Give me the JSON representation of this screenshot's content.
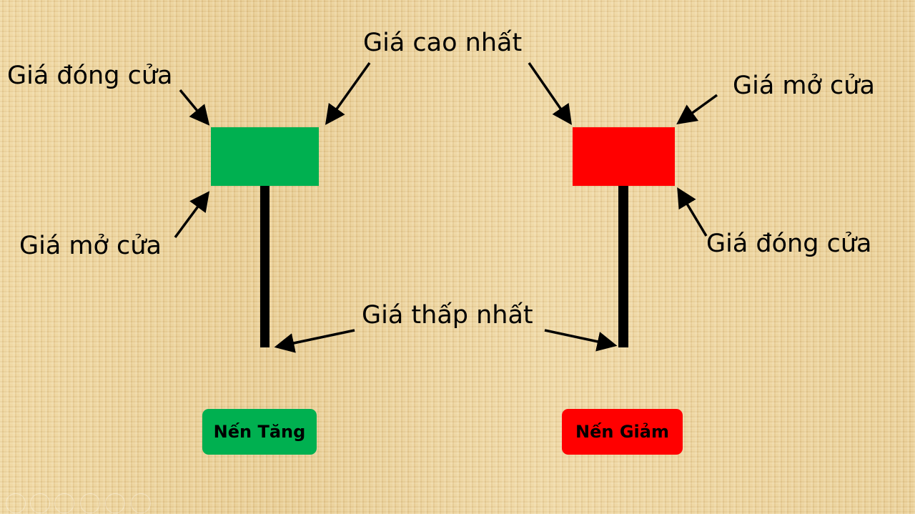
{
  "labels": {
    "high": "Giá cao nhất",
    "low": "Giá thấp nhất",
    "bull_close": "Giá đóng cửa",
    "bull_open": "Giá mở cửa",
    "bear_open": "Giá mở cửa",
    "bear_close": "Giá đóng cửa"
  },
  "badges": {
    "bullish": "Nến Tăng",
    "bearish": "Nến Giảm"
  },
  "colors": {
    "bullish": "#00b050",
    "bearish": "#ff0000",
    "wick": "#000000"
  },
  "slide_controls": [
    "previous-icon",
    "next-icon",
    "pen-icon",
    "slides-icon",
    "zoom-icon",
    "more-icon"
  ]
}
